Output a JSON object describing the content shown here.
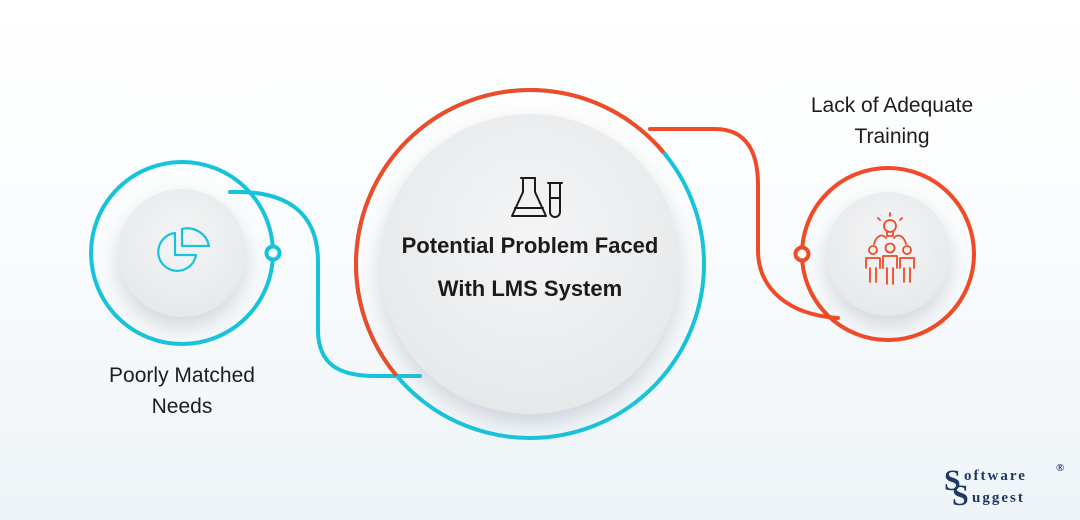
{
  "center": {
    "title": "Potential Problem Faced\nWith LMS System",
    "icon": "lab-flask-icon"
  },
  "left": {
    "label": "Poorly Matched\nNeeds",
    "icon": "pie-chart-icon"
  },
  "right": {
    "label": "Lack of Adequate\nTraining",
    "icon": "team-idea-icon"
  },
  "logo": {
    "first_letter": "S",
    "top_text": "oftware",
    "registered": "®",
    "second_letter": "S",
    "bottom_text": "uggest"
  },
  "colors": {
    "cyan": "#17c3db",
    "red": "#f04a26",
    "text": "#1d1d1d",
    "logo": "#1c3a63"
  }
}
